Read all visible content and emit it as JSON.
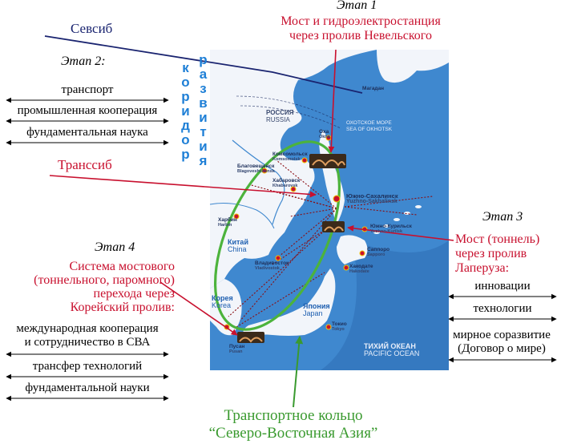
{
  "colors": {
    "red": "#c8102e",
    "blue": "#1e7fd6",
    "navy": "#1a2470",
    "green": "#3a9a2f",
    "sea": "#3f88cf",
    "land": "#f2f5fa"
  },
  "sevsib": "Севсиб",
  "transsib": "Транссиб",
  "corridor": {
    "word1": "коридор",
    "word2": "развития"
  },
  "stage1": {
    "title": "Этап 1",
    "desc": [
      "Мост и гидроэлектростанция",
      "через пролив Невельского"
    ]
  },
  "stage2": {
    "title": "Этап 2:",
    "items": [
      "транспорт",
      "промышленная кооперация",
      "фундаментальная наука"
    ]
  },
  "stage3": {
    "title": "Этап 3",
    "desc": [
      "Мост (тоннель)",
      "через пролив",
      "Лаперуза:"
    ],
    "items": [
      "инновации",
      "технологии",
      "мирное соразвитие",
      "(Договор о мире)"
    ]
  },
  "stage4": {
    "title": "Этап 4",
    "desc": [
      "Система мостового",
      "(тоннельного, паромного)",
      "перехода через",
      "Корейский пролив:"
    ],
    "items": [
      "международная кооперация",
      "и сотрудничество в СВА",
      "трансфер технологий",
      "фундаментальной науки"
    ]
  },
  "ring": [
    "Транспортное кольцо",
    "“Северо-Восточная Азия”"
  ],
  "map": {
    "magadan": "Магадан",
    "russia": [
      "РОССИЯ",
      "RUSSIA"
    ],
    "okhotsk": [
      "ОХОТСКОЕ МОРЕ",
      "SEA OF OKHOTSK"
    ],
    "pacific": [
      "ТИХИЙ ОКЕАН",
      "PACIFIC OCEAN"
    ],
    "china": [
      "Китай",
      "China"
    ],
    "korea": [
      "Корея",
      "Korea"
    ],
    "japan": [
      "Япония",
      "Japan"
    ],
    "cities": [
      [
        "Оха",
        "Okha"
      ],
      [
        "Комсомольск",
        "Komsomolsk"
      ],
      [
        "Благовещенск",
        "Blagoveshchensk"
      ],
      [
        "Хабаровск",
        "Khabarovsk"
      ],
      [
        "Харбин",
        "Harbin"
      ],
      [
        "Владивосток",
        "Vladivostok"
      ],
      [
        "Южно-Сахалинск",
        "Yuzhno-Sakhalinsk"
      ],
      [
        "Саппоро",
        "Sapporo"
      ],
      [
        "Хакодате",
        "Hakodate"
      ],
      [
        "Токио",
        "Tokyo"
      ],
      [
        "Пусан",
        "Pusan"
      ],
      [
        "Южно-Курильск",
        "Yuzhno-Kurilsk"
      ]
    ]
  }
}
